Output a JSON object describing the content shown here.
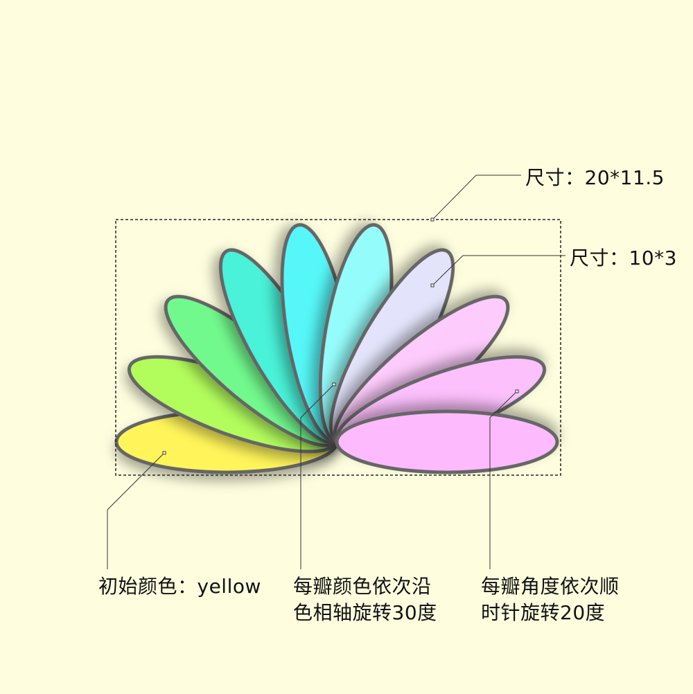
{
  "annotations": {
    "outer_size": "尺寸：20*11.5",
    "petal_size": "尺寸：10*3",
    "initial_color": "初始颜色：yellow",
    "hue_rotation": [
      "每瓣颜色依次沿",
      "色相轴旋转30度"
    ],
    "angle_rotation": [
      "每瓣角度依次顺",
      "时针旋转20度"
    ]
  },
  "petals": {
    "count": 10,
    "initial_color": "#fff55a",
    "hue_step_deg": 30,
    "angle_step_deg": 20,
    "colors": [
      "#fff55a",
      "#b2fc5c",
      "#72f98d",
      "#4af2d8",
      "#56f7f8",
      "#94fcfa",
      "#e3e3fb",
      "#fdcbfc",
      "#fcc0fd",
      "#fdbafd"
    ],
    "outline_color": "#666666"
  },
  "colors": {
    "background": "#fefedf",
    "leader_line": "#333333",
    "bounding_box": "#222222"
  }
}
